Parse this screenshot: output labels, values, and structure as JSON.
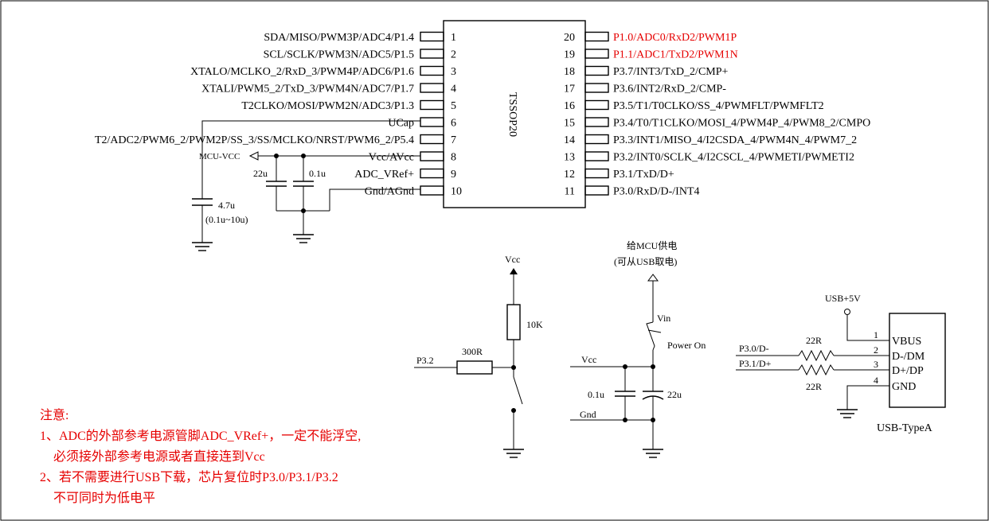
{
  "chip": {
    "package": "TSSOP20",
    "left_pins": [
      {
        "num": "1",
        "label": "SDA/MISO/PWM3P/ADC4/P1.4"
      },
      {
        "num": "2",
        "label": "SCL/SCLK/PWM3N/ADC5/P1.5"
      },
      {
        "num": "3",
        "label": "XTALO/MCLKO_2/RxD_3/PWM4P/ADC6/P1.6"
      },
      {
        "num": "4",
        "label": "XTALI/PWM5_2/TxD_3/PWM4N/ADC7/P1.7"
      },
      {
        "num": "5",
        "label": "T2CLKO/MOSI/PWM2N/ADC3/P1.3"
      },
      {
        "num": "6",
        "label": "UCap"
      },
      {
        "num": "7",
        "label": "T2/ADC2/PWM6_2/PWM2P/SS_3/SS/MCLKO/NRST/PWM6_2/P5.4"
      },
      {
        "num": "8",
        "label": "Vcc/AVcc"
      },
      {
        "num": "9",
        "label": "ADC_VRef+"
      },
      {
        "num": "10",
        "label": "Gnd/AGnd"
      }
    ],
    "right_pins": [
      {
        "num": "20",
        "label": "P1.0/ADC0/RxD2/PWM1P"
      },
      {
        "num": "19",
        "label": "P1.1/ADC1/TxD2/PWM1N"
      },
      {
        "num": "18",
        "label": "P3.7/INT3/TxD_2/CMP+"
      },
      {
        "num": "17",
        "label": "P3.6/INT2/RxD_2/CMP-"
      },
      {
        "num": "16",
        "label": "P3.5/T1/T0CLKO/SS_4/PWMFLT/PWMFLT2"
      },
      {
        "num": "15",
        "label": "P3.4/T0/T1CLKO/MOSI_4/PWM4P_4/PWM8_2/CMPO"
      },
      {
        "num": "14",
        "label": "P3.3/INT1/MISO_4/I2CSDA_4/PWM4N_4/PWM7_2"
      },
      {
        "num": "13",
        "label": "P3.2/INT0/SCLK_4/I2CSCL_4/PWMETI/PWMETI2"
      },
      {
        "num": "12",
        "label": "P3.1/TxD/D+"
      },
      {
        "num": "11",
        "label": "P3.0/RxD/D-/INT4"
      }
    ]
  },
  "left_circuit": {
    "mcu_vcc": "MCU-VCC",
    "cap1": "22u",
    "cap2": "0.1u",
    "ucap_value": "4.7u",
    "ucap_range": "(0.1u~10u)"
  },
  "reset_circuit": {
    "vcc": "Vcc",
    "pullup": "10K",
    "series": "300R",
    "pin": "P3.2"
  },
  "power_circuit": {
    "note1": "给MCU供电",
    "note2": "(可从USB取电)",
    "vin": "Vin",
    "switch": "Power On",
    "vcc": "Vcc",
    "gnd": "Gnd",
    "cap1": "0.1u",
    "cap2": "22u"
  },
  "usb_circuit": {
    "power": "USB+5V",
    "dm_net": "P3.0/D-",
    "dp_net": "P3.1/D+",
    "r1": "22R",
    "r2": "22R",
    "pins": [
      {
        "num": "1",
        "label": "VBUS"
      },
      {
        "num": "2",
        "label": "D-/DM"
      },
      {
        "num": "3",
        "label": "D+/DP"
      },
      {
        "num": "4",
        "label": "GND"
      }
    ],
    "connector": "USB-TypeA"
  },
  "notes": {
    "title": "注意:",
    "line1": "1、ADC的外部参考电源管脚ADC_VRef+，一定不能浮空,",
    "line2": "必须接外部参考电源或者直接连到Vcc",
    "line3": "2、若不需要进行USB下载，芯片复位时P3.0/P3.1/P3.2",
    "line4": "不可同时为低电平"
  },
  "colors": {
    "highlight": "#e60000",
    "line": "#000000"
  }
}
